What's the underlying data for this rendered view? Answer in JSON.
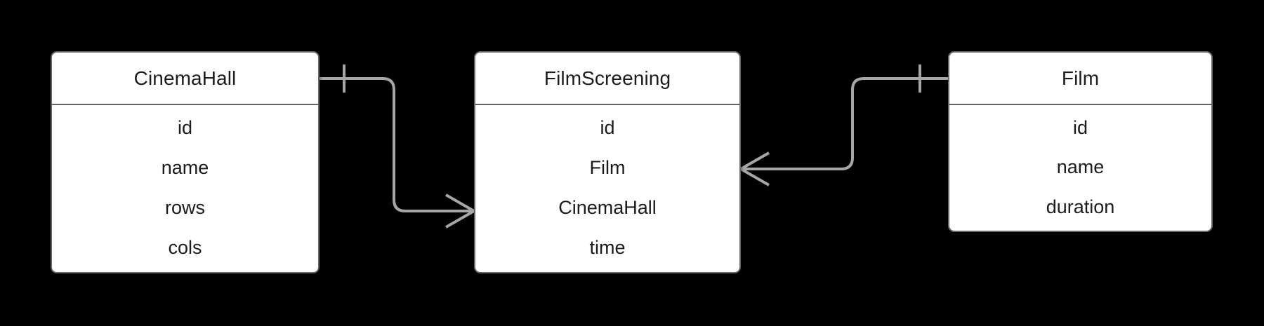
{
  "diagram": {
    "type": "entity-relationship-diagram",
    "notation": "crow's foot",
    "background_color": "#000000",
    "entity_fill_color": "#ffffff",
    "entity_border_color": "#666666",
    "connector_color": "#a6a6a6",
    "text_color": "#1c1c1c"
  },
  "entities": [
    {
      "id": "cinemahall",
      "title": "CinemaHall",
      "attributes": [
        "id",
        "name",
        "rows",
        "cols"
      ]
    },
    {
      "id": "filmscreening",
      "title": "FilmScreening",
      "attributes": [
        "id",
        "Film",
        "CinemaHall",
        "time"
      ]
    },
    {
      "id": "film",
      "title": "Film",
      "attributes": [
        "id",
        "name",
        "duration"
      ]
    }
  ],
  "relationships": [
    {
      "id": "cinemahall-filmscreening",
      "from": "CinemaHall",
      "to": "FilmScreening",
      "from_cardinality": "one",
      "to_cardinality": "many"
    },
    {
      "id": "filmscreening-film",
      "from": "FilmScreening",
      "to": "Film",
      "from_cardinality": "many",
      "to_cardinality": "one"
    }
  ]
}
